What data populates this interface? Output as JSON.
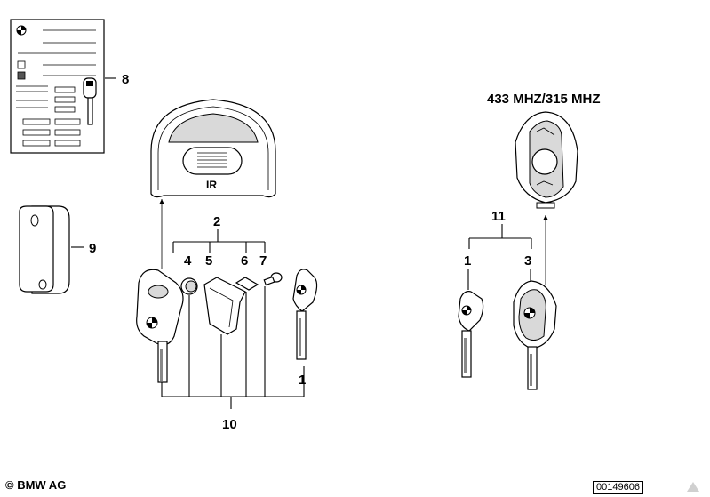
{
  "labels": {
    "part_1a": "1",
    "part_1b": "1",
    "part_2": "2",
    "part_3": "3",
    "part_4": "4",
    "part_5": "5",
    "part_6": "6",
    "part_7": "7",
    "part_8": "8",
    "part_9": "9",
    "part_10": "10",
    "part_11": "11"
  },
  "housing_text": "IR",
  "frequency_text": "433 MHZ/315 MHZ",
  "footer": {
    "copyright": "© BMW AG",
    "doc_number": "00149606"
  }
}
